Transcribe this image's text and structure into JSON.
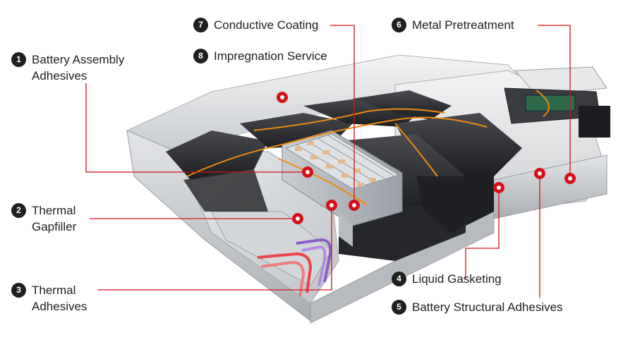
{
  "colors": {
    "leader_line": "#d4111b",
    "marker": "#d4111b",
    "badge": "#1f1f1f",
    "text": "#1e1e1e",
    "housing": "#d9dcdf",
    "module": "#2c2d30",
    "cable": "#f08a0e"
  },
  "callouts": [
    {
      "number": "1",
      "lines": [
        "Battery Assembly",
        "Adhesives"
      ]
    },
    {
      "number": "2",
      "lines": [
        "Thermal",
        "Gapfiller"
      ]
    },
    {
      "number": "3",
      "lines": [
        "Thermal",
        "Adhesives"
      ]
    },
    {
      "number": "4",
      "lines": [
        "Liquid Gasketing"
      ]
    },
    {
      "number": "5",
      "lines": [
        "Battery Structural Adhesives"
      ]
    },
    {
      "number": "6",
      "lines": [
        "Metal Pretreatment"
      ]
    },
    {
      "number": "7",
      "lines": [
        "Conductive Coating"
      ]
    },
    {
      "number": "8",
      "lines": [
        "Impregnation Service"
      ]
    }
  ]
}
